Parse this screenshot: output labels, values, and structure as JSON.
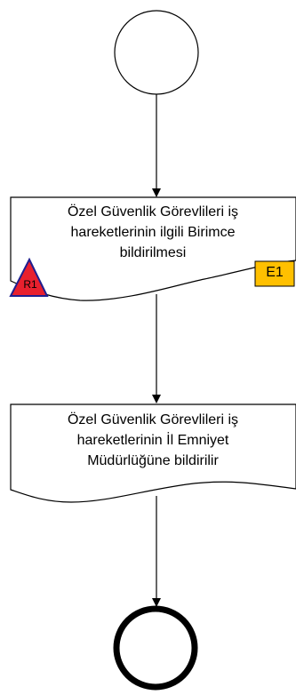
{
  "flowchart": {
    "steps": [
      {
        "lines": [
          "Özel Güvenlik Görevlileri iş",
          "hareketlerinin ilgili Birimce",
          "bildirilmesi"
        ]
      },
      {
        "lines": [
          "Özel Güvenlik Görevlileri iş",
          "hareketlerinin İl Emniyet",
          "Müdürlüğüne bildirilir"
        ]
      }
    ],
    "badges": {
      "risk": {
        "label": "R1",
        "fill": "#e8202e"
      },
      "document": {
        "label": "E1",
        "fill": "#ffc000"
      }
    }
  }
}
